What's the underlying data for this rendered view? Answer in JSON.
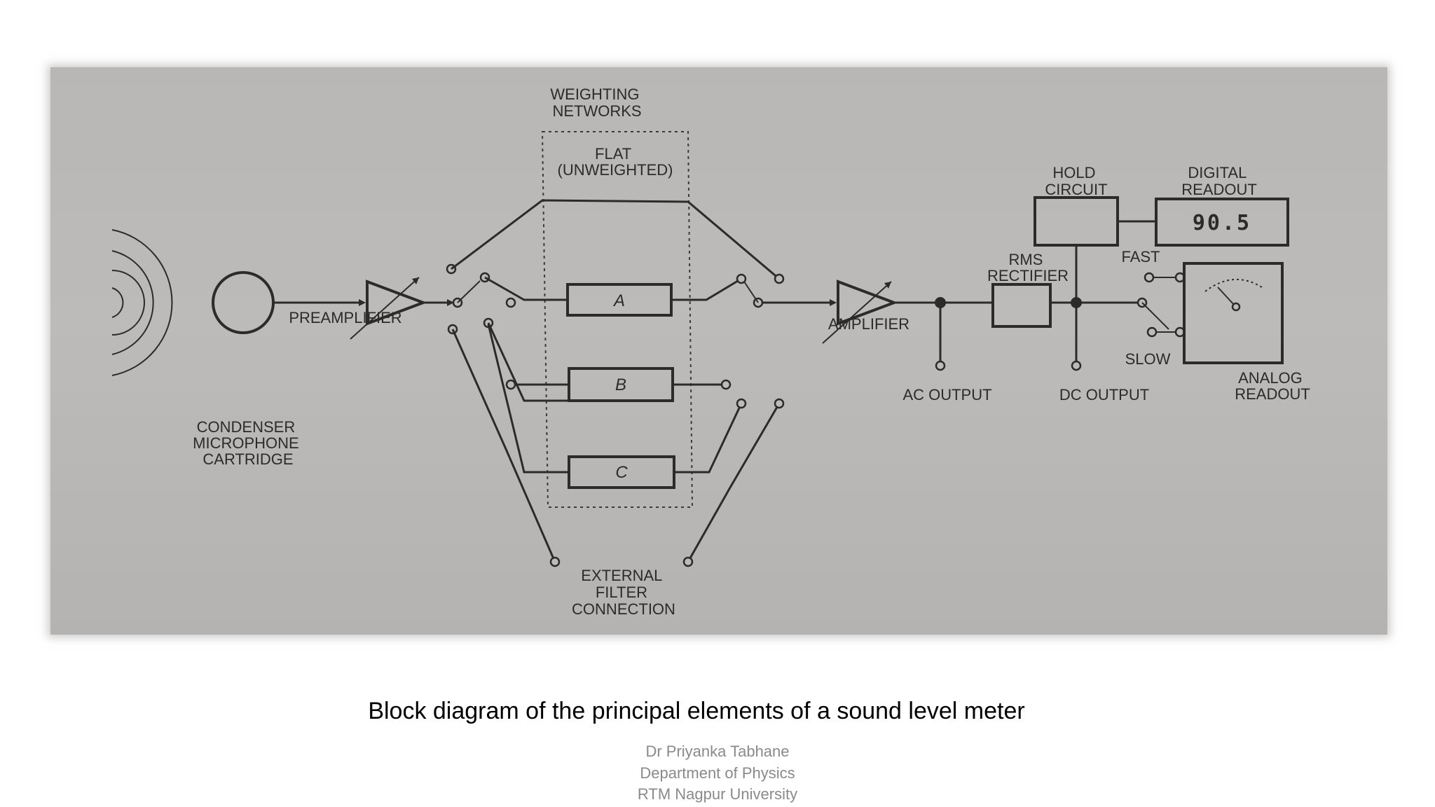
{
  "diagram": {
    "weighting_networks": [
      "WEIGHTING",
      "NETWORKS"
    ],
    "flat": [
      "FLAT",
      "(UNWEIGHTED)"
    ],
    "filter_a": "A",
    "filter_b": "B",
    "filter_c": "C",
    "preamplifier": "PREAMPLIFIER",
    "microphone": [
      "CONDENSER",
      "MICROPHONE",
      "CARTRIDGE"
    ],
    "amplifier": "AMPLIFIER",
    "rms_rectifier": [
      "RMS",
      "RECTIFIER"
    ],
    "hold_circuit": [
      "HOLD",
      "CIRCUIT"
    ],
    "digital_readout": [
      "DIGITAL",
      "READOUT"
    ],
    "digital_value": "90.5",
    "fast": "FAST",
    "slow": "SLOW",
    "analog_readout": [
      "ANALOG",
      "READOUT"
    ],
    "ac_output": "AC OUTPUT",
    "dc_output": "DC OUTPUT",
    "external_filter": [
      "EXTERNAL",
      "FILTER",
      "CONNECTION"
    ]
  },
  "caption": "Block diagram of the principal elements of a sound level meter",
  "credits": {
    "author": "Dr Priyanka Tabhane",
    "department": "Department of Physics",
    "university": "RTM Nagpur University"
  }
}
